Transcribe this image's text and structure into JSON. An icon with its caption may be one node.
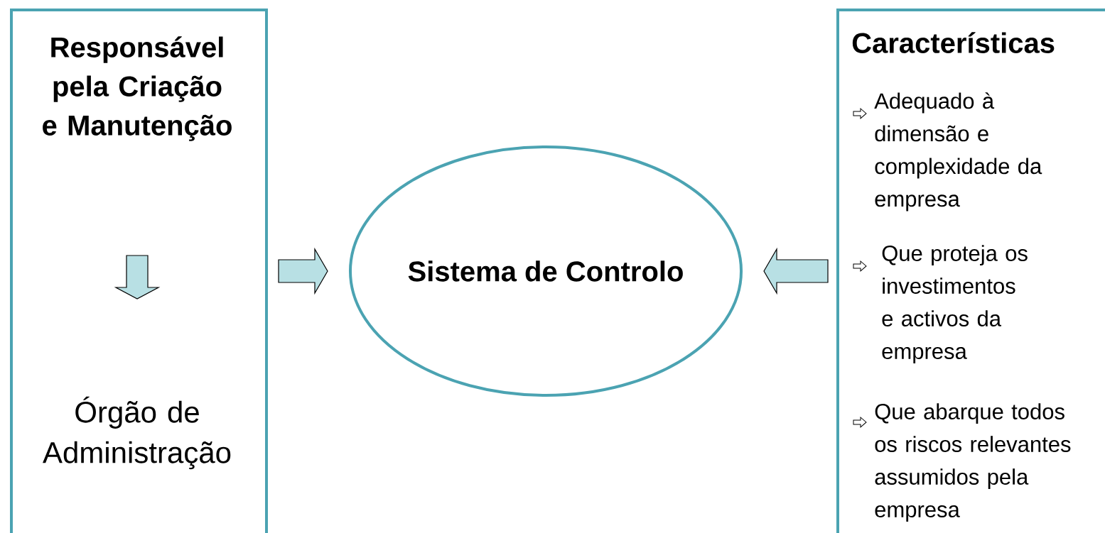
{
  "diagram": {
    "nodes": [
      {
        "text": [
          "Responsável pela Criação e Manutenção",
          "Órgão de Administração"
        ]
      },
      {
        "text": [
          "Sistema de Controlo"
        ]
      },
      {
        "text": [
          "Características",
          "Adequado à dimensão e complexidade da empresa",
          "Que proteja os investimentos e activos da empresa",
          "Que abarque todos os riscos relevantes assumidos pela empresa"
        ]
      }
    ],
    "edges": [
      {
        "from": 0,
        "to": 1,
        "arrow": "to"
      },
      {
        "from": 2,
        "to": 1,
        "arrow": "to"
      }
    ]
  }
}
